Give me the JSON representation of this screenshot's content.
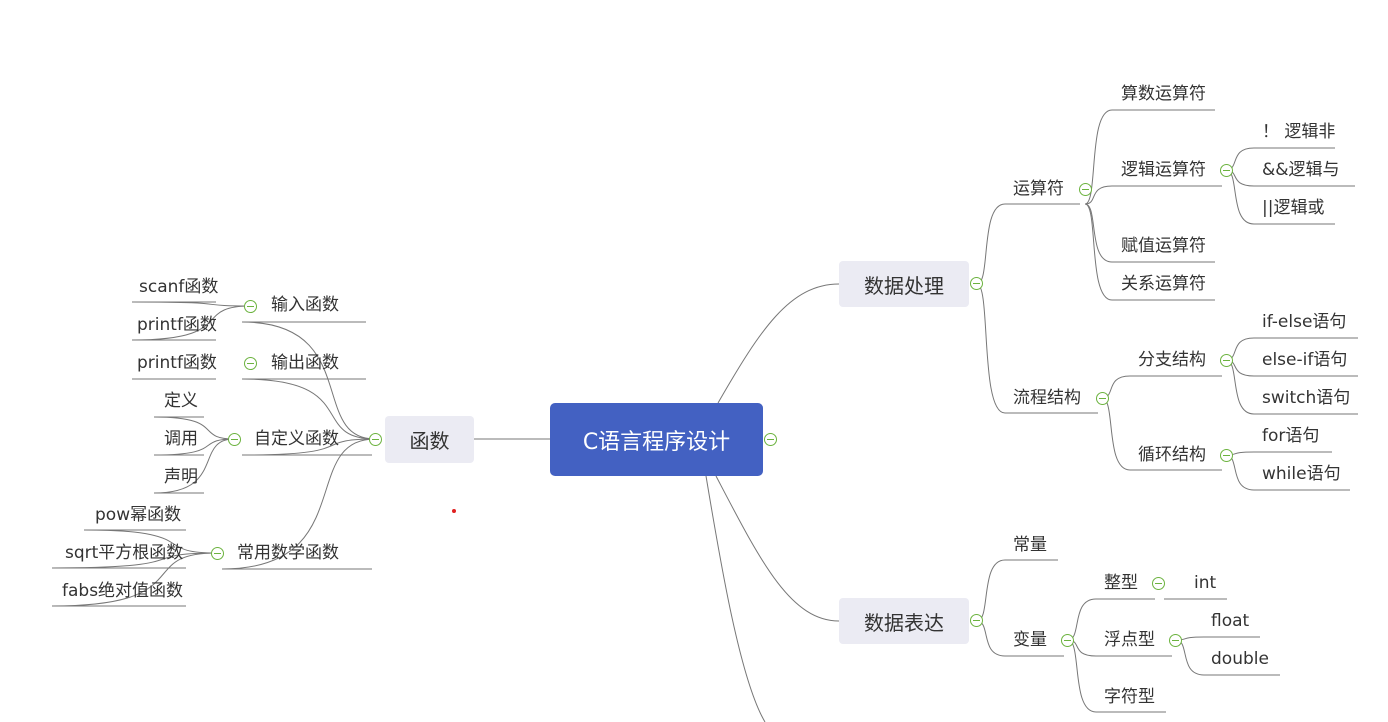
{
  "colors": {
    "root_fill": "#4361c2",
    "main_fill": "#ebebf3",
    "line": "#777777",
    "toggle": "#6cb33f"
  },
  "root": {
    "label": "C语言程序设计"
  },
  "main": {
    "functions": {
      "label": "函数"
    },
    "data_processing": {
      "label": "数据处理"
    },
    "data_expression": {
      "label": "数据表达"
    }
  },
  "functions": {
    "input": {
      "label": "输入函数",
      "children": [
        "scanf函数",
        "printf函数"
      ]
    },
    "output": {
      "label": "输出函数",
      "children": [
        "printf函数"
      ]
    },
    "custom": {
      "label": "自定义函数",
      "children": [
        "定义",
        "调用",
        "声明"
      ]
    },
    "math": {
      "label": "常用数学函数",
      "children": [
        "pow幂函数",
        "sqrt平方根函数",
        "fabs绝对值函数"
      ]
    }
  },
  "processing": {
    "operators": {
      "label": "运算符",
      "arithmetic": "算数运算符",
      "logic": {
        "label": "逻辑运算符",
        "children": [
          "！ 逻辑非",
          "&&逻辑与",
          "||逻辑或"
        ]
      },
      "assign": "赋值运算符",
      "relation": "关系运算符"
    },
    "flow": {
      "label": "流程结构",
      "branch": {
        "label": "分支结构",
        "children": [
          "if-else语句",
          "else-if语句",
          "switch语句"
        ]
      },
      "loop": {
        "label": "循环结构",
        "children": [
          "for语句",
          "while语句"
        ]
      }
    }
  },
  "expression": {
    "constant": "常量",
    "variable": {
      "label": "变量",
      "integer": {
        "label": "整型",
        "children": [
          "int"
        ]
      },
      "float": {
        "label": "浮点型",
        "children": [
          "float",
          "double"
        ]
      },
      "char": {
        "label": "字符型"
      }
    }
  }
}
